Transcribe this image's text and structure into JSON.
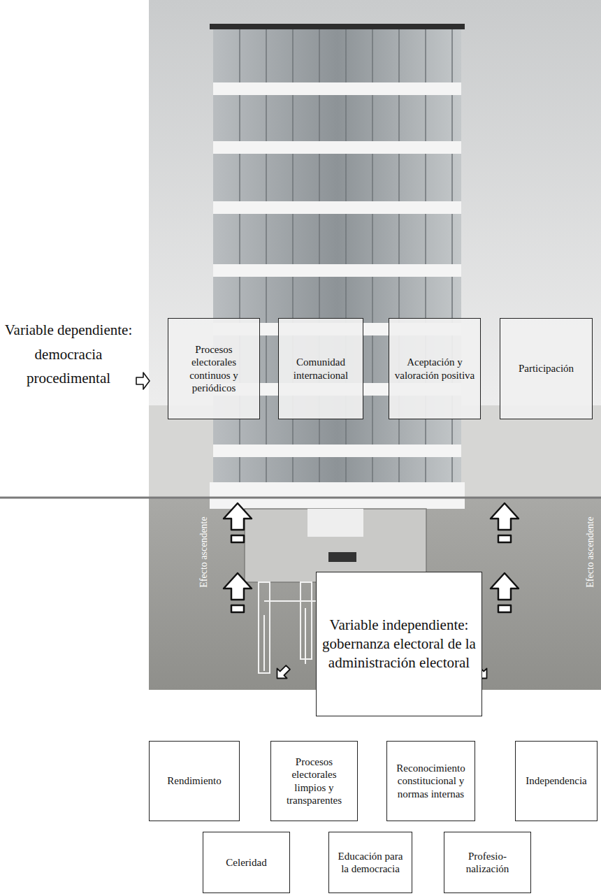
{
  "diagram": {
    "nodes": [
      {
        "text": [
          "Procesos electorales continuos y periódicos"
        ]
      },
      {
        "text": [
          "Comunidad internacional"
        ]
      },
      {
        "text": [
          "Aceptación y valoración positiva"
        ]
      },
      {
        "text": [
          "Participación"
        ]
      },
      {
        "text": [
          "Variable independiente: gobernanza electoral de la administración electoral"
        ]
      },
      {
        "text": [
          "Rendimiento"
        ]
      },
      {
        "text": [
          "Procesos electorales limpios y transparentes"
        ]
      },
      {
        "text": [
          "Reconocimiento constitucional y normas internas"
        ]
      },
      {
        "text": [
          "Independencia"
        ]
      },
      {
        "text": [
          "Celeridad"
        ]
      },
      {
        "text": [
          "Educación para la democracia"
        ]
      },
      {
        "text": [
          "Profesio- nalización"
        ]
      }
    ],
    "labels": [
      "Variable dependiente: democracia procedimental",
      "Efecto ascendente",
      "Efecto ascendente"
    ]
  }
}
